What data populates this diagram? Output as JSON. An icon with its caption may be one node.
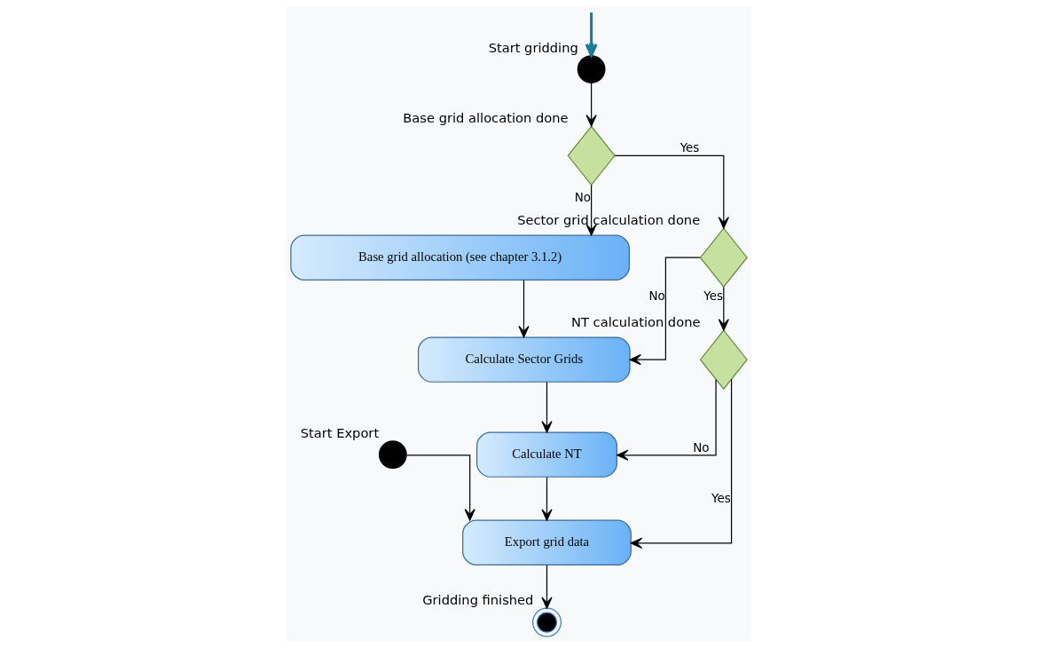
{
  "diagram": {
    "nodes": [
      {
        "text": [],
        "shape": "circle",
        "beside": [
          "Start gridding"
        ]
      },
      {
        "text": [],
        "shape": "diamond",
        "beside": [
          "Base grid allocation done"
        ]
      },
      {
        "text": [
          "Base grid allocation (see chapter 3.1.2)"
        ]
      },
      {
        "text": [],
        "shape": "diamond",
        "beside": [
          "Sector grid calculation done"
        ]
      },
      {
        "text": [
          "Calculate Sector Grids"
        ]
      },
      {
        "text": [],
        "shape": "diamond",
        "beside": [
          "NT calculation done"
        ]
      },
      {
        "text": [
          "Calculate NT"
        ]
      },
      {
        "text": [],
        "shape": "circle",
        "beside": [
          "Start Export"
        ]
      },
      {
        "text": [
          "Export grid data"
        ]
      },
      {
        "text": [],
        "shape": "circle",
        "beside": [
          "Gridding finished"
        ]
      }
    ],
    "edges": [
      {
        "from": null,
        "to": 0,
        "arrow": "to",
        "style": "thick",
        "color": "#1a7a9a"
      },
      {
        "from": 0,
        "to": 1,
        "arrow": "to"
      },
      {
        "from": 1,
        "to": 3,
        "arrow": "to",
        "label": "Yes"
      },
      {
        "from": 1,
        "to": 2,
        "arrow": "to",
        "label": "No"
      },
      {
        "from": 2,
        "to": 4,
        "arrow": "to"
      },
      {
        "from": 3,
        "to": 5,
        "arrow": "to",
        "label": "Yes"
      },
      {
        "from": 3,
        "to": 4,
        "arrow": "to",
        "label": "No"
      },
      {
        "from": 4,
        "to": 6,
        "arrow": "to"
      },
      {
        "from": 5,
        "to": 6,
        "arrow": "to",
        "label": "No"
      },
      {
        "from": 5,
        "to": 8,
        "arrow": "to",
        "label": "Yes"
      },
      {
        "from": 6,
        "to": 8,
        "arrow": "to"
      },
      {
        "from": 7,
        "to": 8,
        "arrow": "to"
      },
      {
        "from": 8,
        "to": 9,
        "arrow": "to"
      }
    ]
  }
}
